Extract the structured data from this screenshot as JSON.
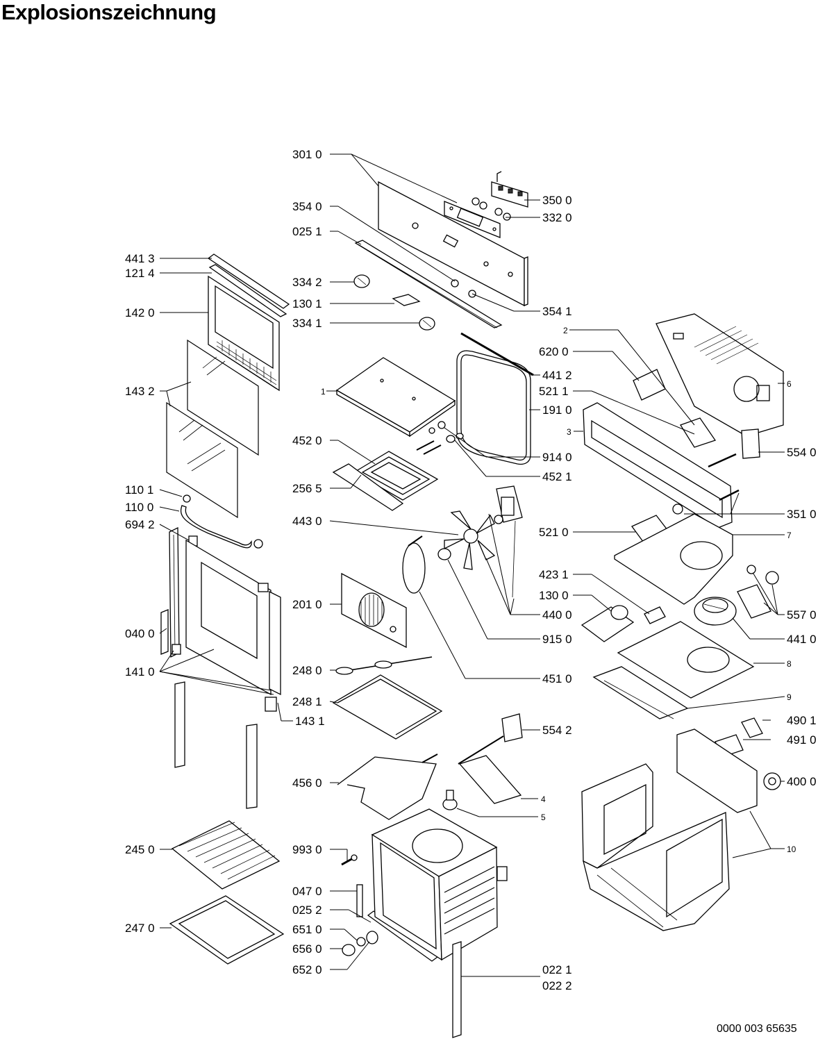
{
  "title": "Explosionszeichnung",
  "document_number": "0000 003 65635",
  "callouts": [
    {
      "id": "c3010",
      "text": "301 0"
    },
    {
      "id": "c3500",
      "text": "350 0"
    },
    {
      "id": "c3540",
      "text": "354 0"
    },
    {
      "id": "c3320",
      "text": "332 0"
    },
    {
      "id": "c0251",
      "text": "025 1"
    },
    {
      "id": "c4413",
      "text": "441 3"
    },
    {
      "id": "c1214",
      "text": "121 4"
    },
    {
      "id": "c3342",
      "text": "334 2"
    },
    {
      "id": "c1301",
      "text": "130 1"
    },
    {
      "id": "c3541",
      "text": "354 1"
    },
    {
      "id": "c1420",
      "text": "142 0"
    },
    {
      "id": "c3341",
      "text": "334 1"
    },
    {
      "id": "c2",
      "text": "2"
    },
    {
      "id": "c6200",
      "text": "620 0"
    },
    {
      "id": "c6",
      "text": "6"
    },
    {
      "id": "c4412",
      "text": "441 2"
    },
    {
      "id": "c1432",
      "text": "143 2"
    },
    {
      "id": "c1",
      "text": "1"
    },
    {
      "id": "c5211",
      "text": "521 1"
    },
    {
      "id": "c1910",
      "text": "191 0"
    },
    {
      "id": "c3",
      "text": "3"
    },
    {
      "id": "c4520",
      "text": "452 0"
    },
    {
      "id": "c5540",
      "text": "554 0"
    },
    {
      "id": "c9140",
      "text": "914 0"
    },
    {
      "id": "c2565",
      "text": "256 5"
    },
    {
      "id": "c4521",
      "text": "452 1"
    },
    {
      "id": "c1101",
      "text": "110 1"
    },
    {
      "id": "c1100",
      "text": "110 0"
    },
    {
      "id": "c3510",
      "text": "351 0"
    },
    {
      "id": "c6942",
      "text": "694 2"
    },
    {
      "id": "c4430",
      "text": "443 0"
    },
    {
      "id": "c5210",
      "text": "521 0"
    },
    {
      "id": "c7",
      "text": "7"
    },
    {
      "id": "c4231",
      "text": "423 1"
    },
    {
      "id": "c1300",
      "text": "130 0"
    },
    {
      "id": "c2010",
      "text": "201 0"
    },
    {
      "id": "c4400",
      "text": "440 0"
    },
    {
      "id": "c5570",
      "text": "557 0"
    },
    {
      "id": "c0400",
      "text": "040 0"
    },
    {
      "id": "c9150",
      "text": "915 0"
    },
    {
      "id": "c4410",
      "text": "441 0"
    },
    {
      "id": "c1410",
      "text": "141 0"
    },
    {
      "id": "c2480",
      "text": "248 0"
    },
    {
      "id": "c8",
      "text": "8"
    },
    {
      "id": "c4510",
      "text": "451 0"
    },
    {
      "id": "c2481",
      "text": "248 1"
    },
    {
      "id": "c9",
      "text": "9"
    },
    {
      "id": "c1431",
      "text": "143 1"
    },
    {
      "id": "c4901",
      "text": "490 1"
    },
    {
      "id": "c5542",
      "text": "554 2"
    },
    {
      "id": "c4910",
      "text": "491 0"
    },
    {
      "id": "c4000",
      "text": "400 0"
    },
    {
      "id": "c4560",
      "text": "456 0"
    },
    {
      "id": "c4",
      "text": "4"
    },
    {
      "id": "c5",
      "text": "5"
    },
    {
      "id": "c2450",
      "text": "245 0"
    },
    {
      "id": "c9930",
      "text": "993 0"
    },
    {
      "id": "c10",
      "text": "10"
    },
    {
      "id": "c0470",
      "text": "047 0"
    },
    {
      "id": "c0252",
      "text": "025 2"
    },
    {
      "id": "c2470",
      "text": "247 0"
    },
    {
      "id": "c6510",
      "text": "651 0"
    },
    {
      "id": "c6560",
      "text": "656 0"
    },
    {
      "id": "c6520",
      "text": "652 0"
    },
    {
      "id": "c0221",
      "text": "022 1"
    },
    {
      "id": "c0222",
      "text": "022 2"
    }
  ]
}
